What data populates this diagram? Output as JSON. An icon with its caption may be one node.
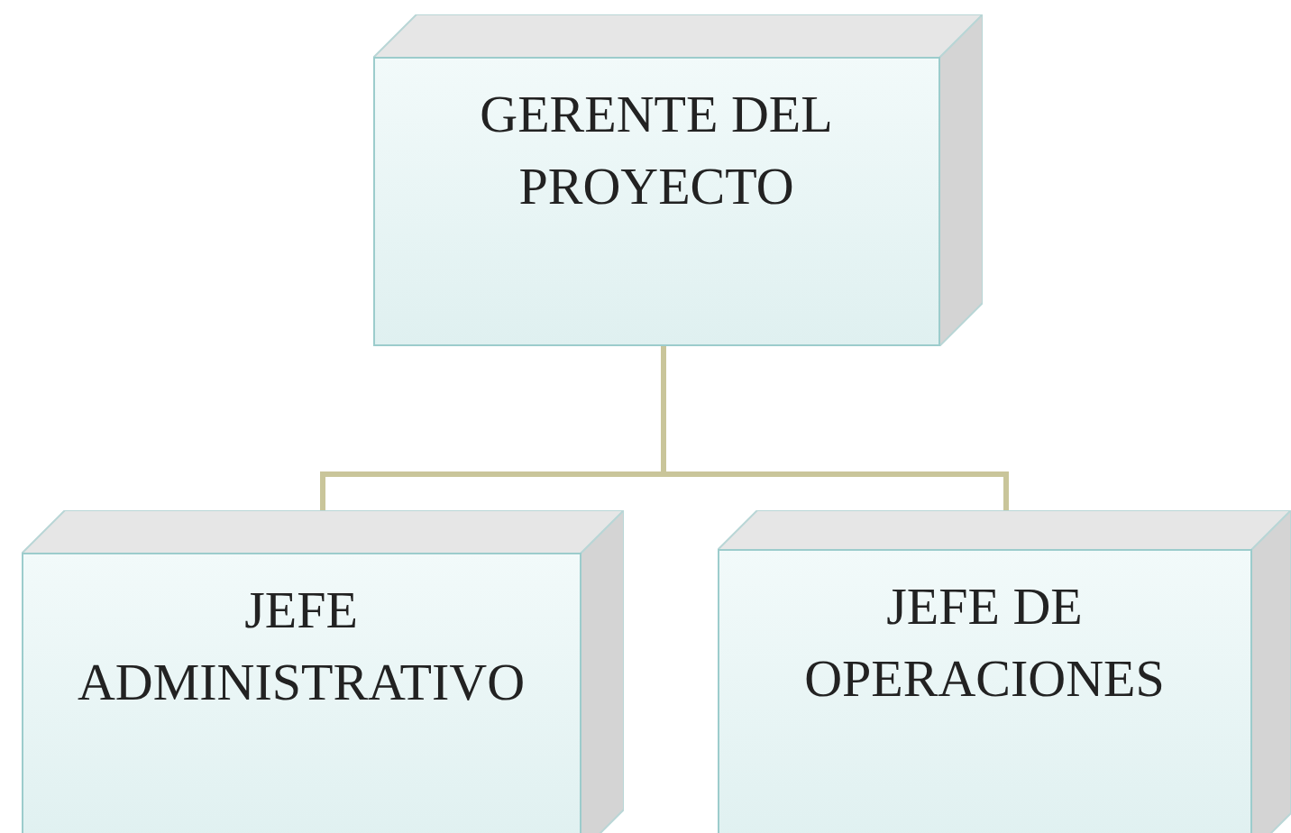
{
  "diagram": {
    "nodes": [
      {
        "text": [
          "GERENTE DEL PROYECTO"
        ]
      },
      {
        "text": [
          "JEFE ADMINISTRATIVO"
        ]
      },
      {
        "text": [
          "JEFE DE OPERACIONES"
        ]
      }
    ],
    "edges": [
      {
        "from": 0,
        "to": 1,
        "arrow": "none"
      },
      {
        "from": 0,
        "to": 2,
        "arrow": "none"
      }
    ]
  }
}
